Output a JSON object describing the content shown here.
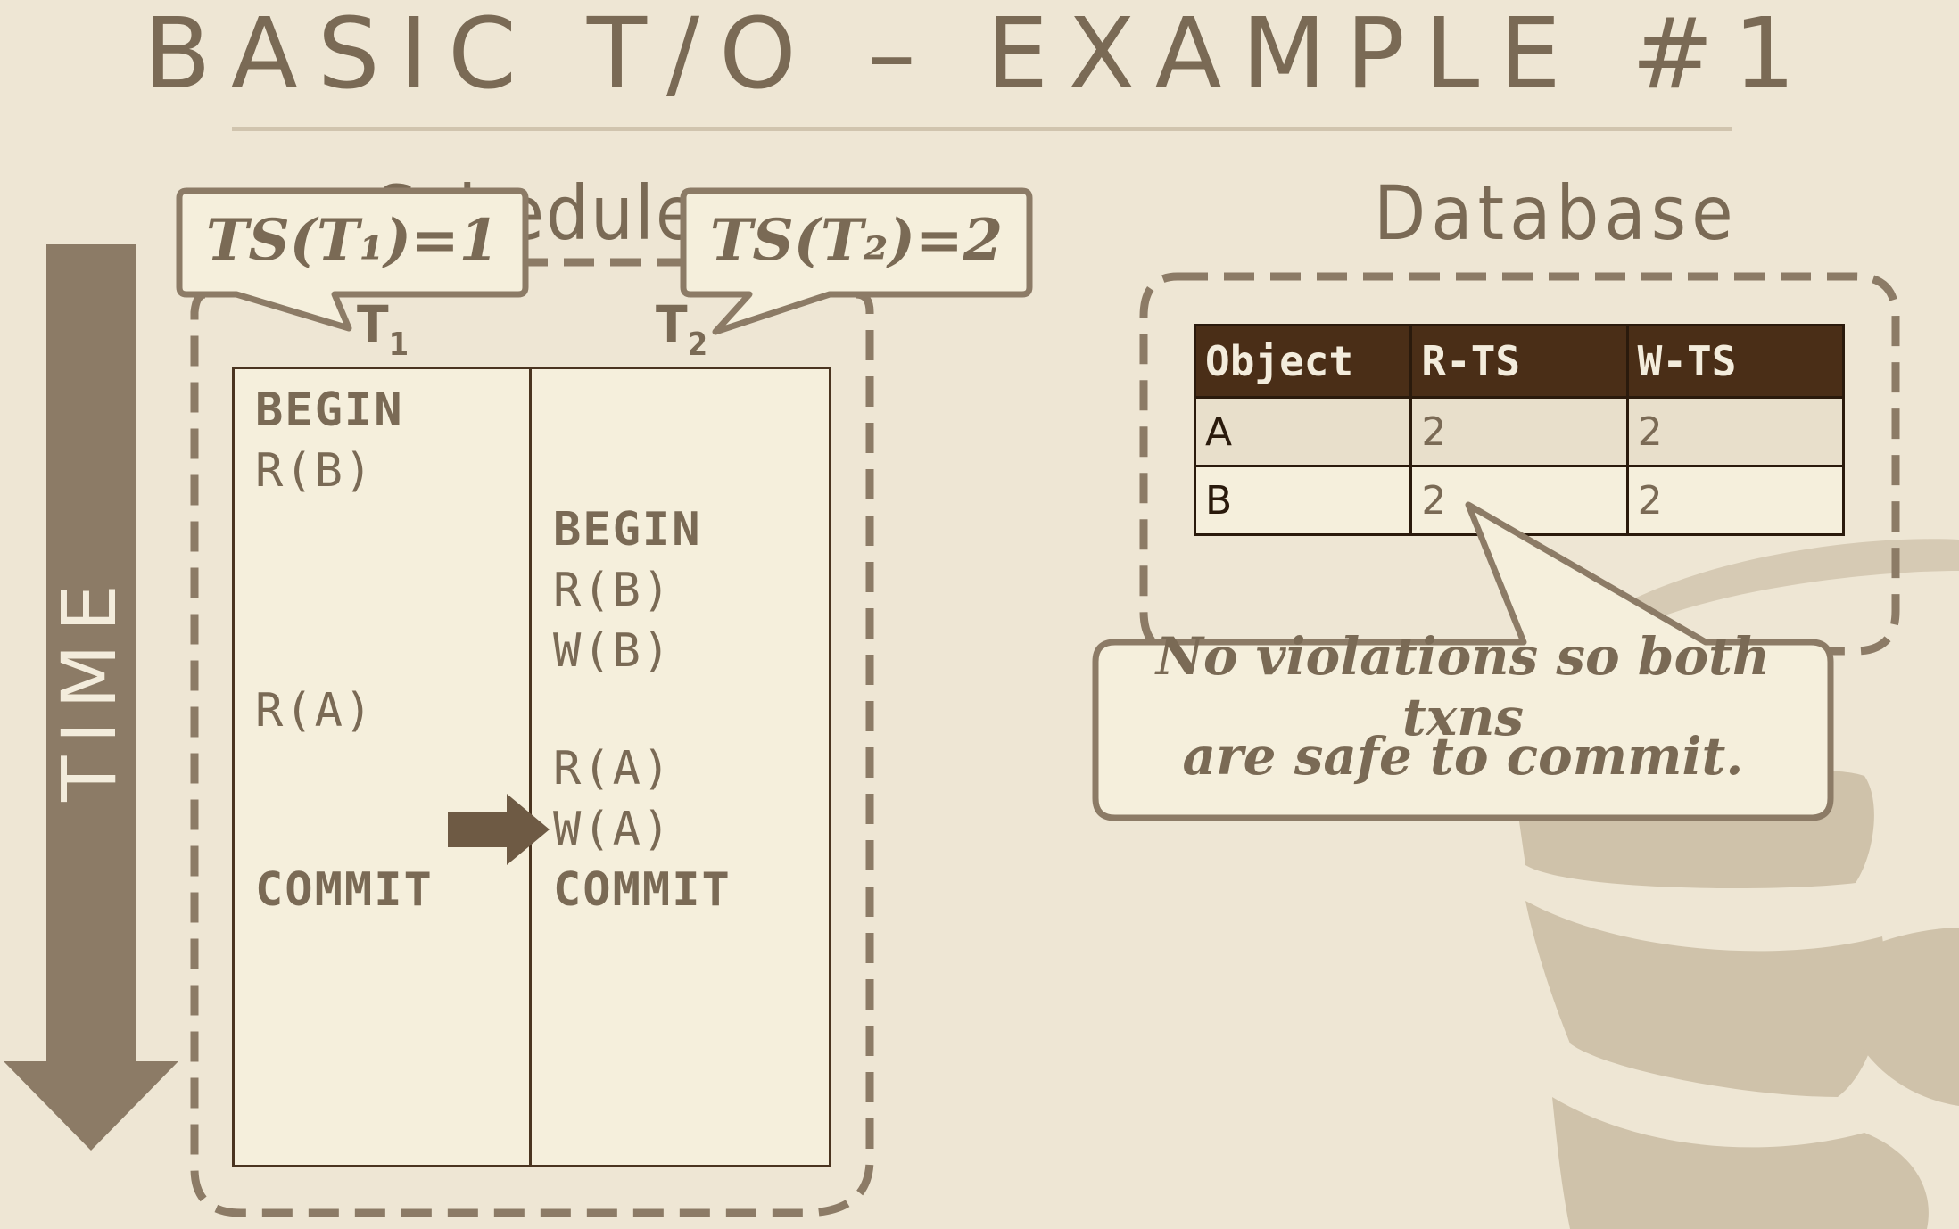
{
  "title": "BASIC T/O – EXAMPLE #1",
  "time_label": "TIME",
  "schedule": {
    "heading": "Schedule",
    "t1_label": "T",
    "t1_sub": "1",
    "t2_label": "T",
    "t2_sub": "2",
    "t1_callout": "TS(T₁)=1",
    "t2_callout": "TS(T₂)=2",
    "t1_ops": [
      "BEGIN",
      "R(B)",
      "R(A)",
      "COMMIT"
    ],
    "t2_ops": [
      "BEGIN",
      "R(B)",
      "W(B)",
      "R(A)",
      "W(A)",
      "COMMIT"
    ]
  },
  "database": {
    "heading": "Database",
    "columns": [
      "Object",
      "R-TS",
      "W-TS"
    ],
    "rows": [
      {
        "object": "A",
        "r_ts": "2",
        "w_ts": "2"
      },
      {
        "object": "B",
        "r_ts": "2",
        "w_ts": "2"
      }
    ],
    "callout_line1": "No violations so both txns",
    "callout_line2": "are safe to commit."
  },
  "colors": {
    "background": "#eee6d4",
    "text": "#7a6a55",
    "header_dark": "#4a2e17",
    "panel": "#f5efdc",
    "arrow": "#8c7b66"
  }
}
